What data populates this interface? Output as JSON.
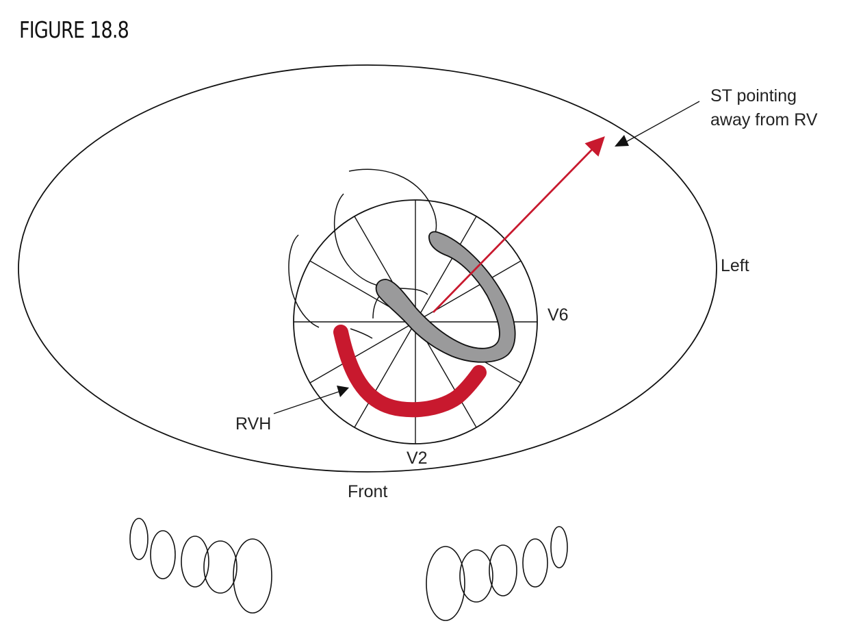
{
  "figure": {
    "title": "FIGURE 18.8"
  },
  "labels": {
    "st_line1": "ST pointing",
    "st_line2": "away from RV",
    "left": "Left",
    "v6": "V6",
    "v2": "V2",
    "front": "Front",
    "rvh": "RVH"
  },
  "colors": {
    "outline": "#111111",
    "rv_band": "#c8192e",
    "st_arrow": "#c8192e",
    "lv_wall_fill": "#9a9a9b",
    "text": "#222222"
  }
}
